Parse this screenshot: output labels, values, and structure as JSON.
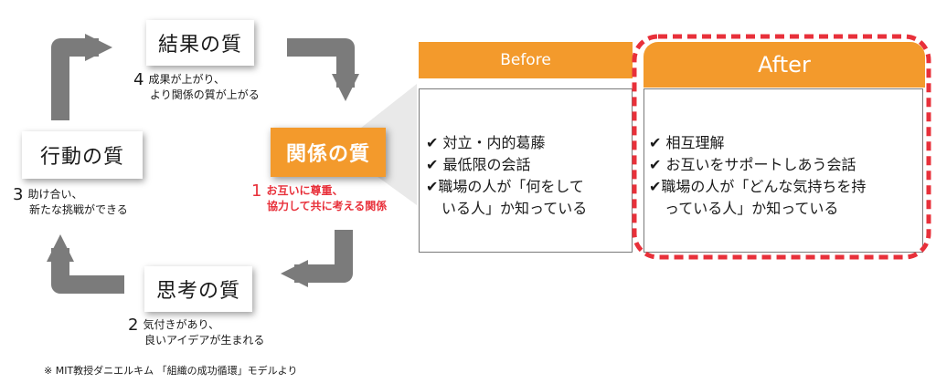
{
  "quality_cycle": {
    "results": "結果の質",
    "action": "行動の質",
    "relationship": "関係の質",
    "thinking": "思考の質"
  },
  "steps": {
    "s1": {
      "num": "1",
      "line1": "お互いに尊重、",
      "line2": "協力して共に考える関係"
    },
    "s2": {
      "num": "2",
      "line1": "気付きがあり、",
      "line2": "良いアイデアが生まれる"
    },
    "s3": {
      "num": "3",
      "line1": "助け合い、",
      "line2": "新たな挑戦ができる"
    },
    "s4": {
      "num": "4",
      "line1": "成果が上がり、",
      "line2": "より関係の質が上がる"
    }
  },
  "before": {
    "title": "Before",
    "items": [
      "✔ 対立・内的葛藤",
      "✔ 最低限の会話",
      "✔職場の人が「何をして"
    ],
    "continuation": "いる人」か知っている"
  },
  "after": {
    "title": "After",
    "items": [
      "✔ 相互理解",
      "✔ お互いをサポートしあう会話",
      "✔職場の人が「どんな気持ちを持"
    ],
    "continuation": "っている人」か知っている"
  },
  "footnote": "※ MIT教授ダニエルキム 「組織の成功循環」モデルより",
  "colors": {
    "accent": "#f39a2c",
    "red": "#e8303a",
    "arrow": "#7b7b7b"
  }
}
